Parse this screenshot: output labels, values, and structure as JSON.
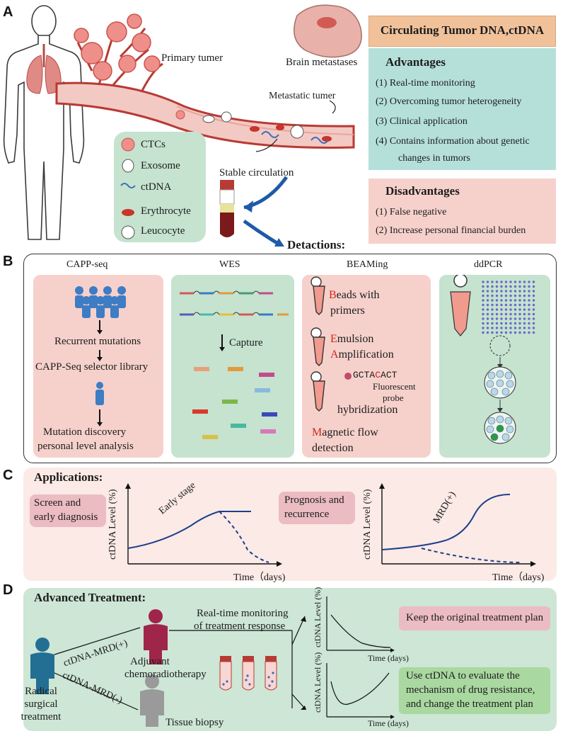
{
  "panel_a": {
    "letter": "A",
    "primary_tumor": "Primary tumer",
    "brain_metastases": "Brain metastases",
    "metastatic_tumor": "Metastatic tumer",
    "stable_circulation": "Stable circulation",
    "detections": "Detactions",
    "detections_colon": ":",
    "legend": [
      "CTCs",
      "Exosome",
      "ctDNA",
      "Erythrocyte",
      "Leucocyte"
    ],
    "title": "Circulating Tumor DNA,ctDNA",
    "advantages_title": "Advantages",
    "advantages": [
      {
        "num": "(1)",
        "text": "Real-time monitoring"
      },
      {
        "num": "(2)",
        "text": "Overcoming tumor  heterogeneity"
      },
      {
        "num": "(3)",
        "text": "Clinical application"
      },
      {
        "num": "(4)",
        "text": "Contains information about genetic"
      }
    ],
    "advantages_cont": "changes in tumors",
    "disadvantages_title": "Disadvantages",
    "disadvantages": [
      {
        "num": "(1)",
        "text": "False negative"
      },
      {
        "num": "(2)",
        "text": "Increase personal financial burden"
      }
    ]
  },
  "panel_b": {
    "letter": "B",
    "capp": {
      "title": "CAPP-seq",
      "step1": "Recurrent mutations",
      "step2": "CAPP-Seq selector library",
      "step3a": "Mutation discovery",
      "step3b": "personal level analysis"
    },
    "wes": {
      "title": "WES",
      "capture": "Capture"
    },
    "beaming": {
      "title": "BEAMing",
      "s1_first": "B",
      "s1_rest": "eads with",
      "s1_line2": "primers",
      "s2_first": "E",
      "s2_rest": "mulsion",
      "s3_first": "A",
      "s3_rest": "mplification",
      "probe_seq_a": "GCTA",
      "probe_seq_c": "C",
      "probe_seq_b": "ACT",
      "probe_l1": "Fluorescent",
      "probe_l2": "probe",
      "hybrid": "hybridization",
      "s4_first": "M",
      "s4_rest": "agnetic flow",
      "s4_line2": "detection"
    },
    "ddpcr": {
      "title": "ddPCR"
    }
  },
  "panel_c": {
    "letter": "C",
    "title": "Applications:",
    "screen_l1": "Screen and",
    "screen_l2": "early diagnosis",
    "prog_l1": "Prognosis and",
    "prog_l2": "recurrence",
    "ylabel": "ctDNA Level (%)",
    "xlabel": "Time（days)",
    "early_stage": "Early stage",
    "mrd_plus": "MRD(+)"
  },
  "panel_d": {
    "letter": "D",
    "title": "Advanced Treatment",
    "title_colon": ":",
    "radical_l1": "Radical",
    "radical_l2": "surgical",
    "radical_l3": "treatment",
    "mrd_pos": "ctDNA-MRD(+)",
    "mrd_neg": "ctDNA-MRD(-)",
    "adjuvant_l1": "Adjuvant",
    "adjuvant_l2": "chemoradiotherapy",
    "tissue_biopsy": "Tissue biopsy",
    "monitor_l1": "Real-time monitoring",
    "monitor_l2": "of treatment response",
    "ylabel": "ctDNA Level (%)",
    "xlabel": "Time (days)",
    "keep": "Keep the original treatment plan",
    "use_l1": "Use ctDNA to evaluate the",
    "use_l2": "mechanism of drug resistance,",
    "use_l3": "and change the treatment plan"
  },
  "colors": {
    "green_box": "#c5e3cf",
    "pink_box": "#f6d1cb",
    "teal_box": "#b5e0da",
    "orange_title": "#f1c29a",
    "curve_blue": "#1d3f8c",
    "vessel_red": "#b83a34",
    "red_letter": "#d0261c"
  }
}
